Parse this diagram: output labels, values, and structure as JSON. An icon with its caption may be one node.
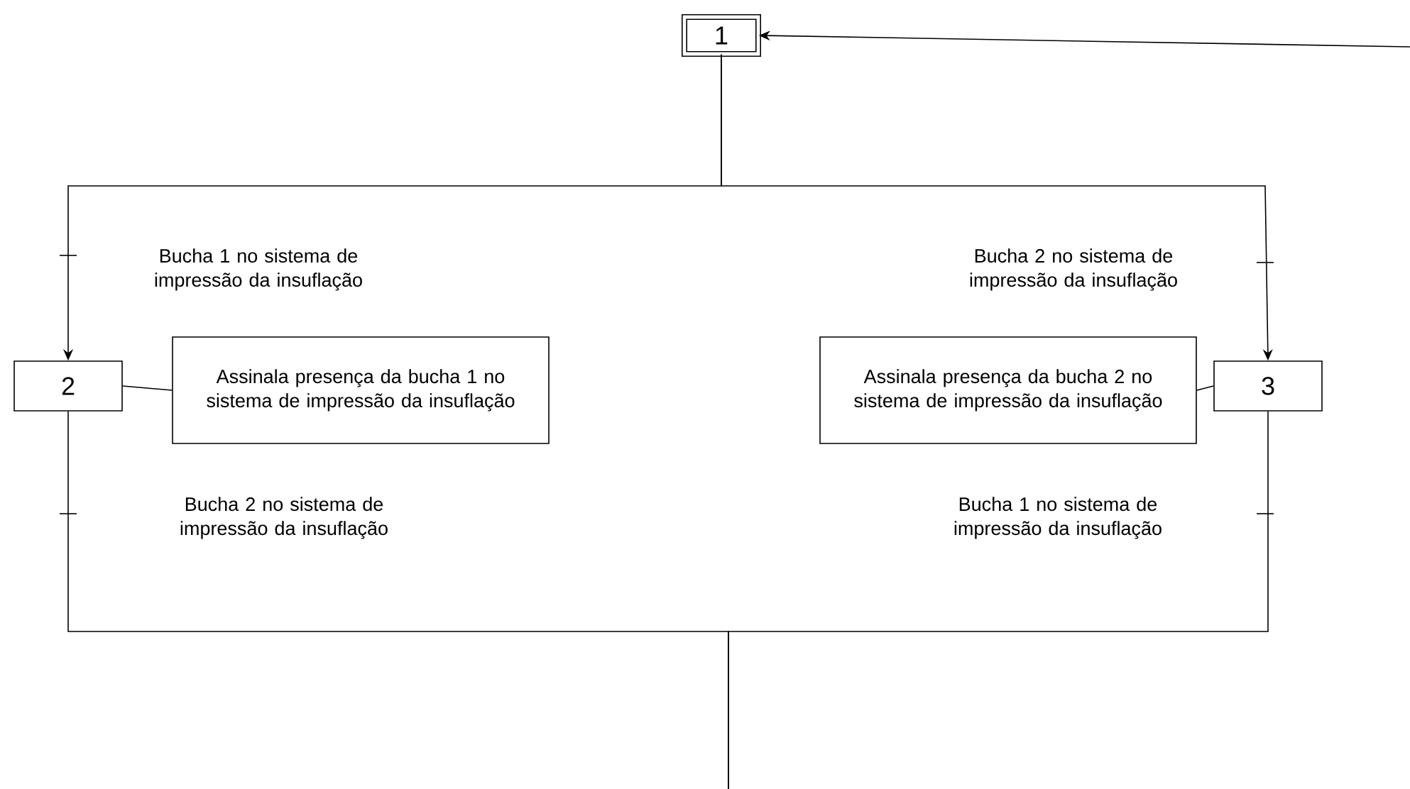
{
  "diagram": {
    "nodes": [
      {
        "text": [
          "1"
        ]
      },
      {
        "text": [
          "2"
        ]
      },
      {
        "text": [
          "Assinala presença da bucha 1 no sistema de impressão da insuflação"
        ]
      },
      {
        "text": [
          "3"
        ]
      },
      {
        "text": [
          "Assinala presença da bucha 2 no sistema de impressão da insuflação"
        ]
      }
    ],
    "edges": [
      {
        "from": 0,
        "to": 1,
        "arrow": "to",
        "label": "Bucha 1 no sistema de impressão da insuflação"
      },
      {
        "from": 0,
        "to": 3,
        "arrow": "to",
        "label": "Bucha 2 no sistema de impressão da insuflação"
      },
      {
        "from": 1,
        "to": 2,
        "arrow": "none"
      },
      {
        "from": 3,
        "to": 4,
        "arrow": "none"
      },
      {
        "from": 1,
        "to": null,
        "arrow": "none",
        "label": "Bucha 2 no sistema de impressão da insuflação"
      },
      {
        "from": 3,
        "to": null,
        "arrow": "none",
        "label": "Bucha 1 no sistema de impressão da insuflação"
      },
      {
        "from": null,
        "to": 0,
        "arrow": "to"
      }
    ]
  }
}
